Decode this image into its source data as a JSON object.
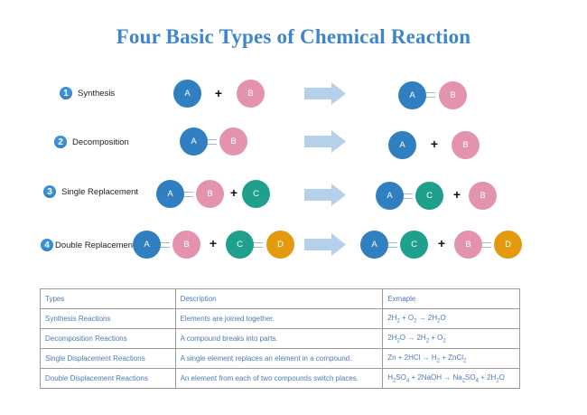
{
  "title": "Four Basic Types of Chemical Reaction",
  "colors": {
    "A": "#2f7fc1",
    "B": "#e394ac",
    "C": "#1ea08c",
    "D": "#e39a0f",
    "title": "#3f86c9",
    "arrow": "#b5d0ea"
  },
  "reactions": [
    {
      "number": "1",
      "name": "Synthesis",
      "atoms": [
        "A",
        "B",
        "A",
        "B"
      ]
    },
    {
      "number": "2",
      "name": "Decomposition",
      "atoms": [
        "A",
        "B",
        "A",
        "B"
      ]
    },
    {
      "number": "3",
      "name": "Single Replacement",
      "atoms": [
        "A",
        "B",
        "C",
        "A",
        "C",
        "B"
      ]
    },
    {
      "number": "4",
      "name": "Double Replacement",
      "atoms": [
        "A",
        "B",
        "C",
        "D",
        "A",
        "C",
        "B",
        "D"
      ]
    }
  ],
  "plus_sign": "+",
  "table": {
    "headers": [
      "Types",
      "Description",
      "Exmaple"
    ],
    "rows": [
      {
        "type": "Synthesis Reactions",
        "description": "Elements are joined together.",
        "example": "2H<sub>2</sub> + O<sub>2</sub> → 2H<sub>2</sub>O"
      },
      {
        "type": "Decomposition Reactions",
        "description": "A compound breaks into parts.",
        "example": "2H<sub>2</sub>O → 2H<sub>2</sub> + O<sub>2</sub>"
      },
      {
        "type": "Single Displacement Reactions",
        "description": "A single element replaces an element in a compound.",
        "example": "Zn + 2HCl → H<sub>2</sub> + ZnCl<sub>2</sub>"
      },
      {
        "type": "Double Displacement Reactions",
        "description": "An element from each of two compounds switch places.",
        "example": "H<sub>2</sub>SO<sub>4</sub> + 2NaOH → Na<sub>2</sub>SO<sub>4</sub> + 2H<sub>2</sub>O"
      }
    ]
  }
}
